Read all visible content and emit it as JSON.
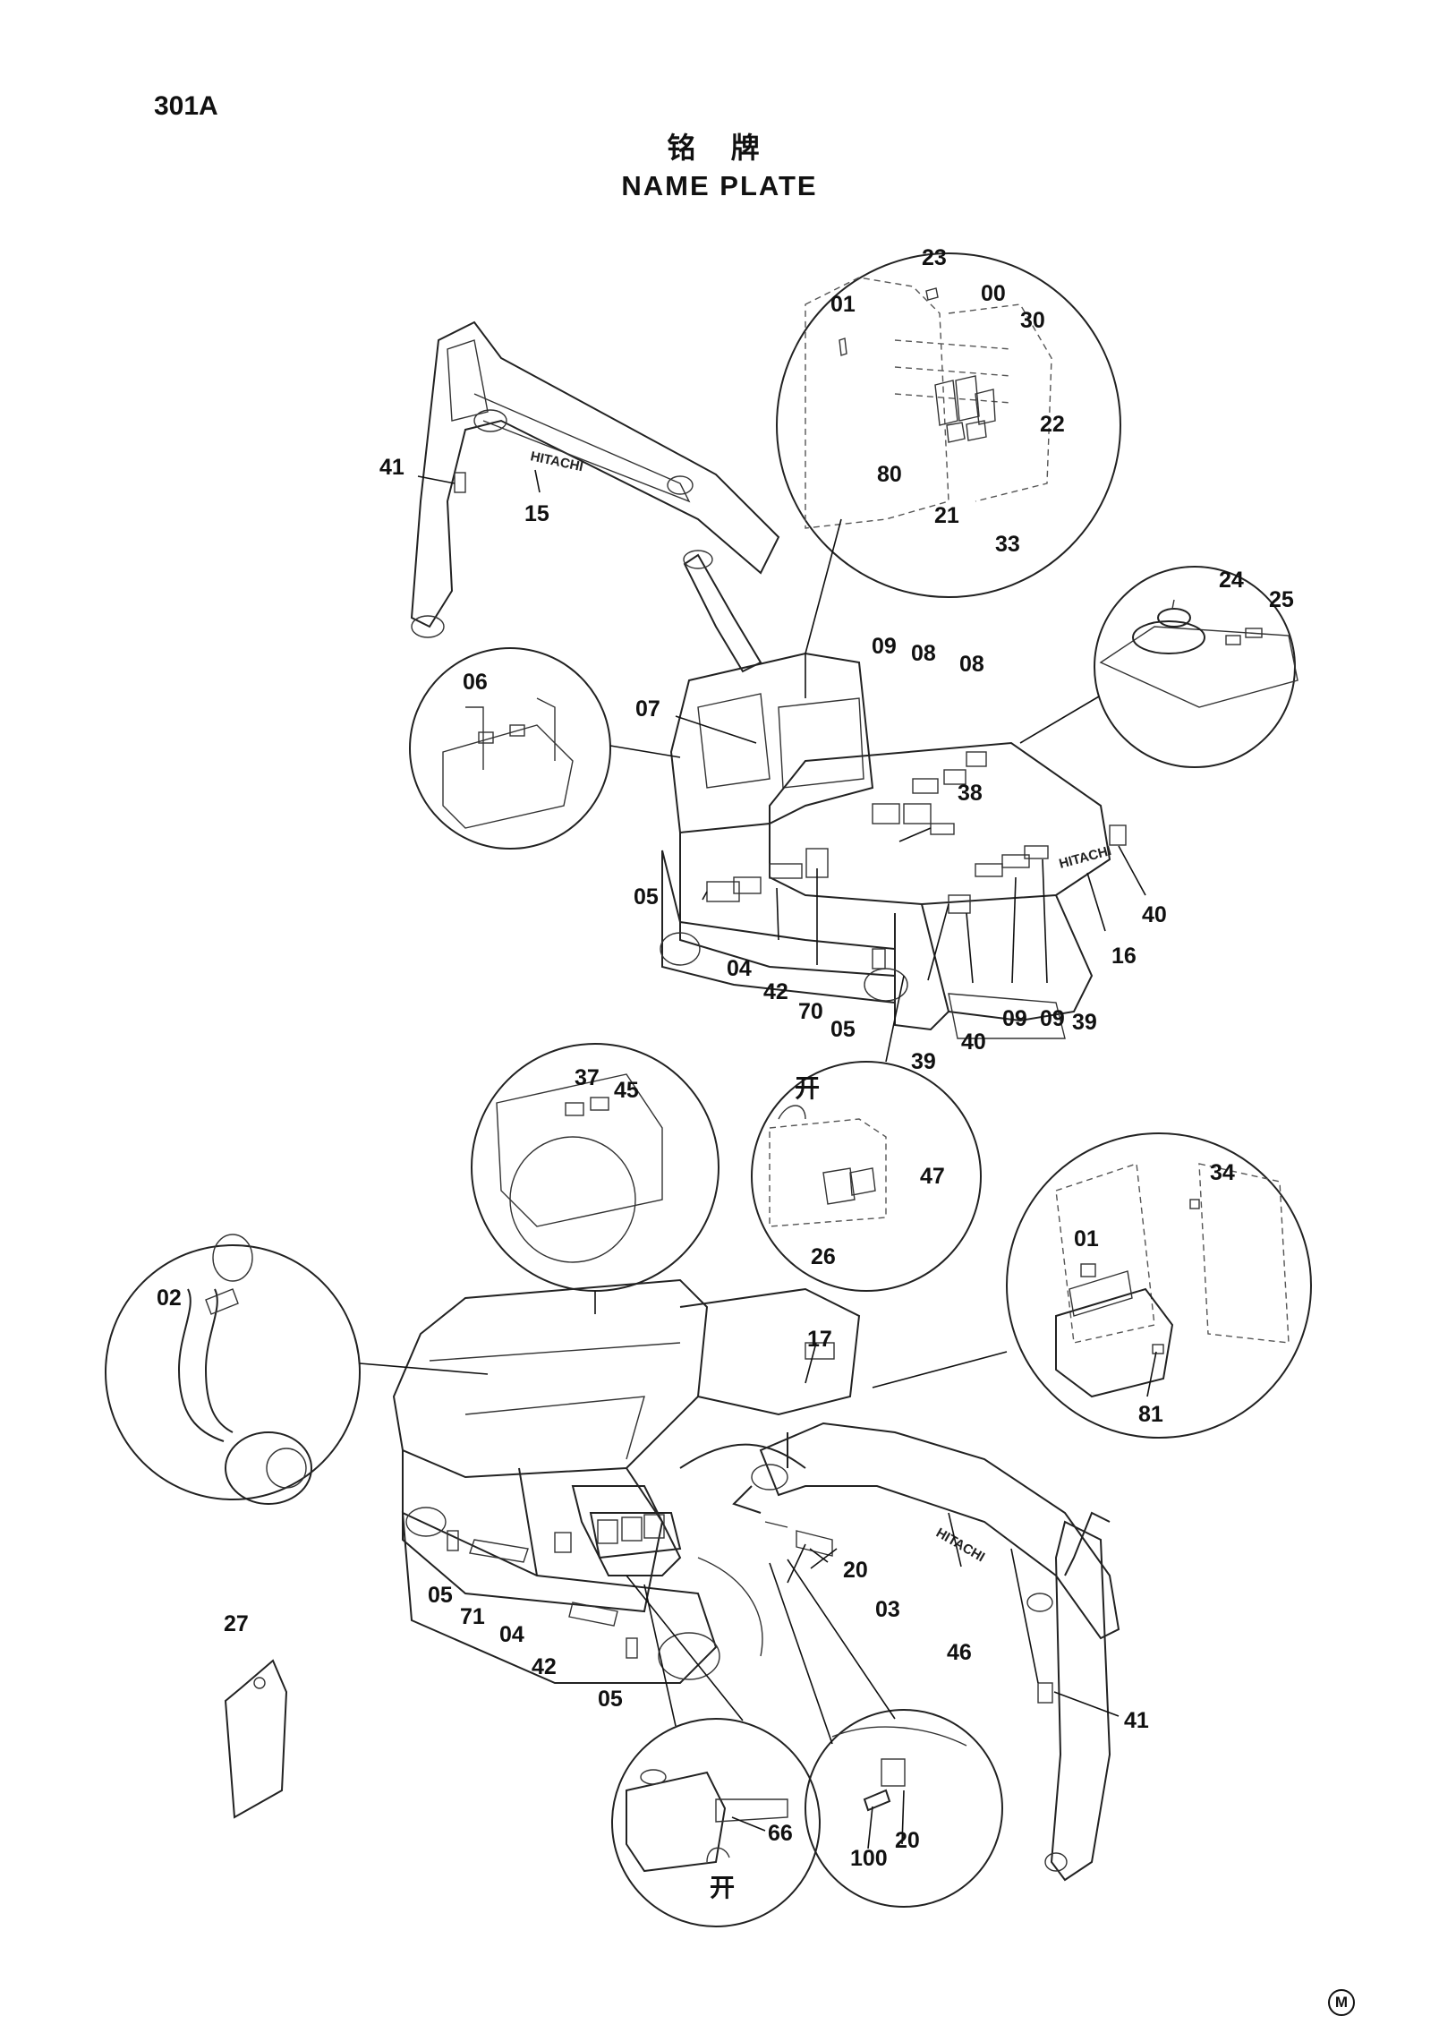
{
  "page": {
    "code": "301A",
    "title_cn": "铭 牌",
    "title_en": "NAME PLATE",
    "circle_mark": "M"
  },
  "callouts": {
    "detail_cab_interior": [
      "23",
      "01",
      "00",
      "30",
      "22",
      "80",
      "21",
      "33"
    ],
    "upper_view": [
      "41",
      "15",
      "06",
      "07",
      "09",
      "08",
      "08",
      "38",
      "05",
      "04",
      "42",
      "70",
      "05",
      "39",
      "40",
      "09",
      "09",
      "39",
      "16",
      "40"
    ],
    "detail_engine_cover": [
      "24",
      "25"
    ],
    "detail_radiator": [
      "37",
      "45"
    ],
    "detail_side_door": [
      "47",
      "26"
    ],
    "detail_cab_console": [
      "34",
      "01",
      "81"
    ],
    "lower_view": [
      "02",
      "17",
      "20",
      "03",
      "46",
      "05",
      "71",
      "04",
      "42",
      "05",
      "41",
      "27"
    ],
    "detail_toolbox": [
      "66"
    ],
    "detail_plate_mount": [
      "100",
      "20"
    ]
  },
  "brand_text": "HITACHI",
  "open_symbol": "开"
}
